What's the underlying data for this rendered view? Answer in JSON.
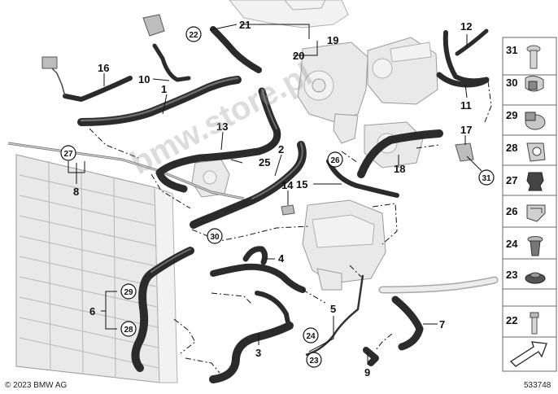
{
  "callouts": {
    "c1": "1",
    "c2": "2",
    "c3": "3",
    "c4": "4",
    "c5": "5",
    "c6": "6",
    "c7": "7",
    "c8": "8",
    "c9": "9",
    "c10": "10",
    "c11": "11",
    "c12": "12",
    "c13": "13",
    "c14": "14",
    "c15": "15",
    "c16": "16",
    "c17": "17",
    "c18": "18",
    "c19": "19",
    "c20": "20",
    "c21": "21"
  },
  "circled": {
    "k22": "22",
    "k23": "23",
    "k24": "24",
    "k26": "26",
    "k27": "27",
    "k28": "28",
    "k29": "29",
    "k30": "30",
    "k31": "31"
  },
  "callout_25": "25",
  "panel": {
    "items": [
      {
        "num": "31",
        "icon": "bolt-icon"
      },
      {
        "num": "30",
        "icon": "hose-clamp-icon"
      },
      {
        "num": "29",
        "icon": "hose-clamp-icon"
      },
      {
        "num": "28",
        "icon": "clip-icon"
      },
      {
        "num": "27",
        "icon": "grommet-icon"
      },
      {
        "num": "26",
        "icon": "bracket-clip-icon"
      },
      {
        "num": "24",
        "icon": "expanding-rivet-icon"
      },
      {
        "num": "23",
        "icon": "collar-nut-icon"
      },
      {
        "num": "22",
        "icon": "screw-icon"
      }
    ],
    "arrow_icon": "direction-arrow-icon"
  },
  "watermark": "bmw.store.pl",
  "footer": {
    "copyright": "© 2023 BMW AG",
    "diagram_number": "533748"
  },
  "colors": {
    "hose": "#2b2b2b",
    "part_fill": "#e9e9e9",
    "outline": "#111111"
  }
}
